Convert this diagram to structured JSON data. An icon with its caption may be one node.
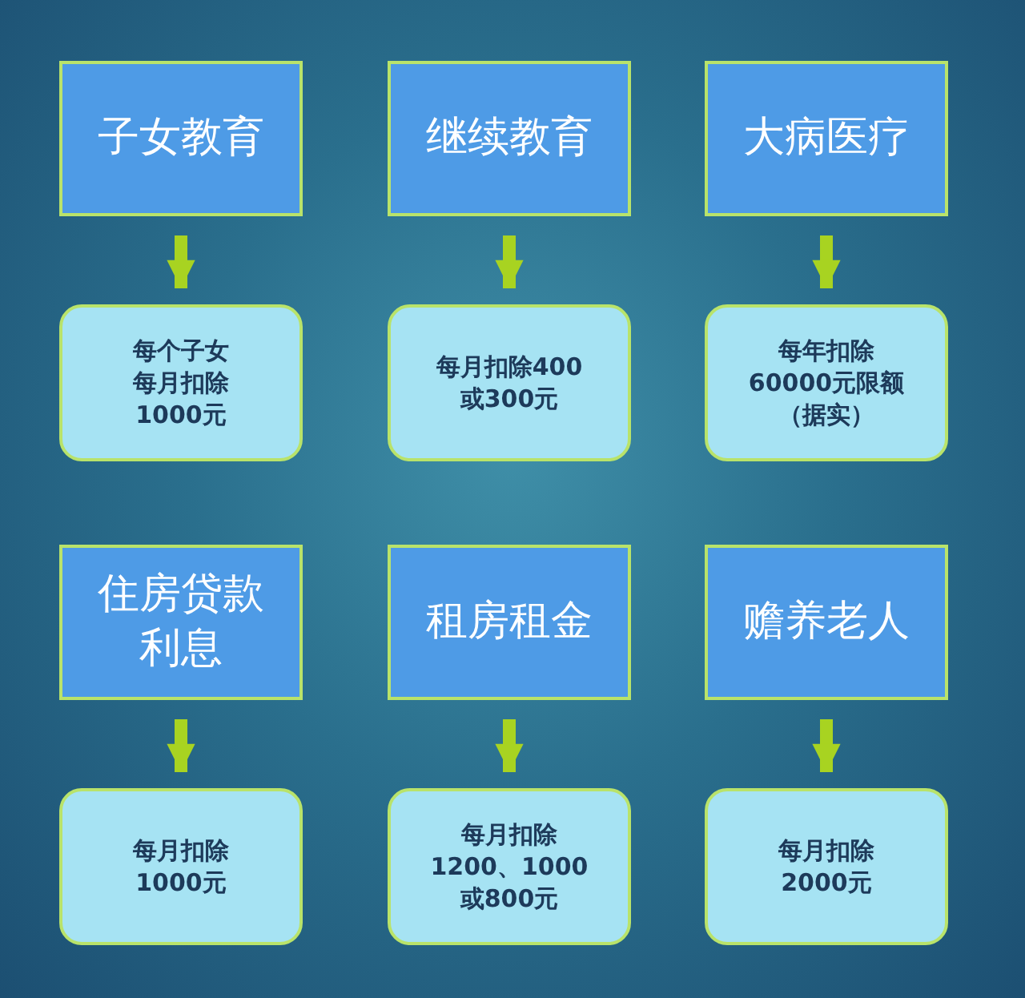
{
  "diagram": {
    "nodes": [
      {
        "text": [
          "子女教育"
        ]
      },
      {
        "text": [
          "每个子女每月扣除1000元"
        ]
      },
      {
        "text": [
          "继续教育"
        ]
      },
      {
        "text": [
          "每月扣除400或300元"
        ]
      },
      {
        "text": [
          "大病医疗"
        ]
      },
      {
        "text": [
          "每年扣除60000元限额（据实）"
        ]
      },
      {
        "text": [
          "住房贷款利息"
        ]
      },
      {
        "text": [
          "每月扣除1000元"
        ]
      },
      {
        "text": [
          "租房租金"
        ]
      },
      {
        "text": [
          "每月扣除1200、1000或800元"
        ]
      },
      {
        "text": [
          "赡养老人"
        ]
      },
      {
        "text": [
          "每月扣除2000元"
        ]
      }
    ],
    "edges": [
      {
        "from": 0,
        "to": 1,
        "arrow": "to"
      },
      {
        "from": 2,
        "to": 3,
        "arrow": "to"
      },
      {
        "from": 4,
        "to": 5,
        "arrow": "to"
      },
      {
        "from": 6,
        "to": 7,
        "arrow": "to"
      },
      {
        "from": 8,
        "to": 9,
        "arrow": "to"
      },
      {
        "from": 10,
        "to": 11,
        "arrow": "to"
      }
    ]
  }
}
